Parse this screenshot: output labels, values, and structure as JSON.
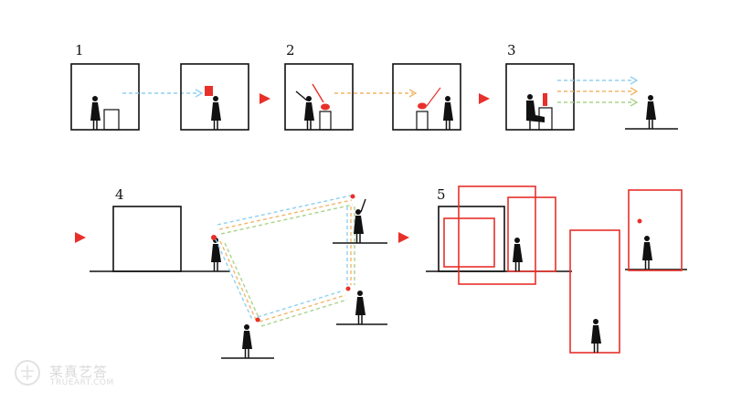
{
  "panels": [
    "1",
    "2",
    "3",
    "4",
    "5"
  ],
  "watermark": {
    "text": "某真艺答",
    "sub": "TRUEART.COM"
  },
  "colors": {
    "frame": "#111111",
    "accent": "#e8302a",
    "line_blue": "#8fd0f0",
    "line_orange": "#f2b66a",
    "line_green": "#a8d38a"
  }
}
